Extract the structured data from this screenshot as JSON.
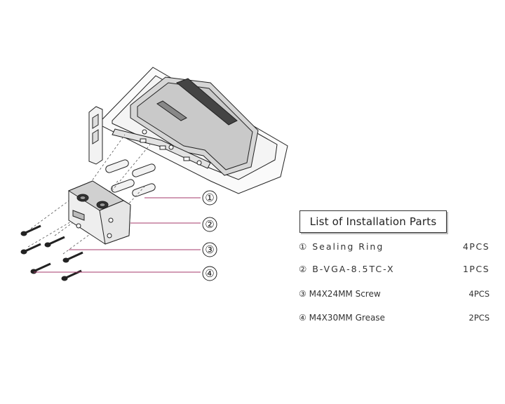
{
  "parts_list": {
    "title": "List of Installation Parts",
    "items": [
      {
        "number": "①",
        "name": "Sealing Ring",
        "qty": "4PCS"
      },
      {
        "number": "②",
        "name": "B-VGA-8.5TC-X",
        "qty": "1PCS"
      },
      {
        "number": "③",
        "name": "M4X24MM Screw",
        "qty": "4PCS"
      },
      {
        "number": "④",
        "name": "M4X30MM Grease",
        "qty": "2PCS"
      }
    ]
  },
  "callouts": [
    "①",
    "②",
    "③",
    "④"
  ],
  "colors": {
    "line": "#222222",
    "leader": "#a63a6b",
    "shade": "#d9d9d9",
    "cooler": "#cfcfcf"
  }
}
